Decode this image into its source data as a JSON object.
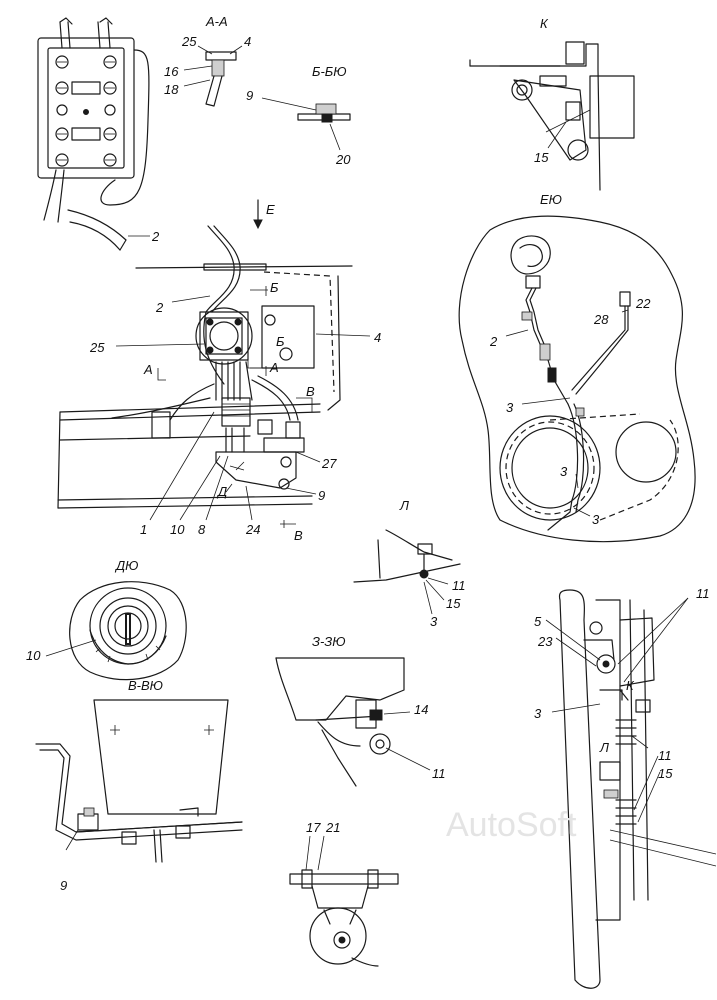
{
  "views": {
    "aa": "А-А",
    "bb": "Б-БЮ",
    "k": "К",
    "e": "ЕЮ",
    "l": "Л",
    "d": "ДЮ",
    "vv": "В-ВЮ",
    "zz": "З-ЗЮ"
  },
  "section_marks": {
    "e_arrow": "Е",
    "b_top": "Б",
    "b_bottom": "Б",
    "a_left": "А",
    "a_right": "А",
    "v_top": "В",
    "v_bottom": "В",
    "d_mark": "Д",
    "k_mark": "К",
    "l_mark": "Л"
  },
  "callouts": {
    "c1": "1",
    "c2a": "2",
    "c2b": "2",
    "c2c": "2",
    "c3a": "3",
    "c3b": "3",
    "c3c": "3",
    "c3d": "3",
    "c3e": "3",
    "c4a": "4",
    "c4b": "4",
    "c5": "5",
    "c8": "8",
    "c9a": "9",
    "c9b": "9",
    "c9c": "9",
    "c10a": "10",
    "c10b": "10",
    "c11a": "11",
    "c11b": "11",
    "c11c": "11",
    "c11d": "11",
    "c14": "14",
    "c15a": "15",
    "c15b": "15",
    "c15c": "15",
    "c16": "16",
    "c17": "17",
    "c18": "18",
    "c20": "20",
    "c21": "21",
    "c22": "22",
    "c23": "23",
    "c24": "24",
    "c25a": "25",
    "c25b": "25",
    "c27": "27",
    "c28": "28"
  },
  "watermark": "AutoSoft"
}
